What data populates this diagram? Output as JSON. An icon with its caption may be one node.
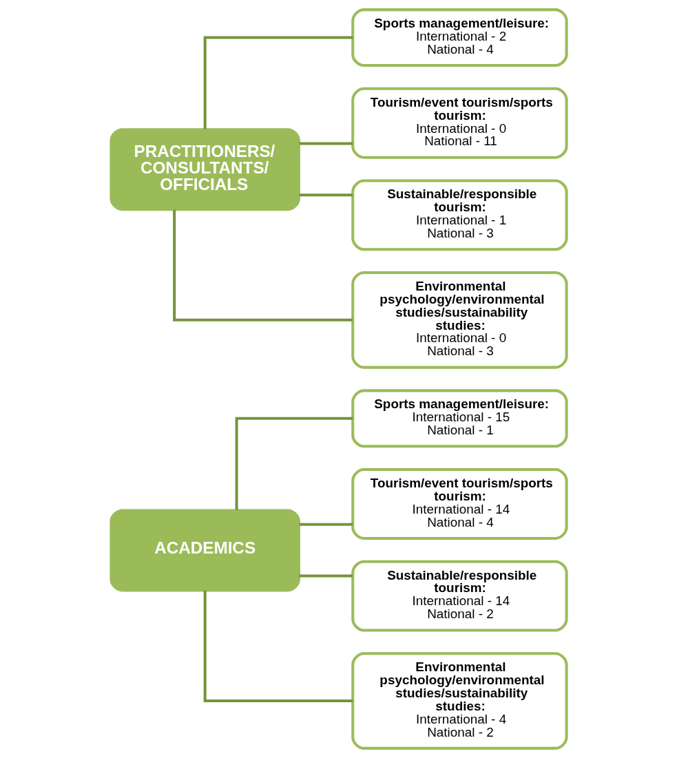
{
  "diagram": {
    "nodes": [
      {
        "text": [
          "ACADEMICS"
        ]
      },
      {
        "text": [
          "PRACTITIONERS/ CONSULTANTS/ OFFICIALS"
        ]
      },
      {
        "text": [
          "Sports management/leisure:",
          "International - 15",
          "National - 1"
        ]
      },
      {
        "text": [
          "Tourism/event tourism/sports tourism:",
          "International - 14",
          "National - 4"
        ]
      },
      {
        "text": [
          "Sustainable/responsible tourism:",
          "International - 14",
          "National - 2"
        ]
      },
      {
        "text": [
          "Environmental psychology/environmental studies/sustainability studies:",
          "International - 4",
          "National - 2"
        ]
      },
      {
        "text": [
          "Sports management/leisure:",
          "International - 2",
          "National - 4"
        ]
      },
      {
        "text": [
          "Tourism/event tourism/sports tourism:",
          "International - 0",
          "National - 11"
        ]
      },
      {
        "text": [
          "Sustainable/responsible tourism:",
          "International - 1",
          "National - 3"
        ]
      },
      {
        "text": [
          "Environmental psychology/environmental studies/sustainability studies:",
          "International - 0",
          "National - 3"
        ]
      }
    ],
    "edges": [
      {
        "from": 0,
        "to": 2,
        "arrow": "none"
      },
      {
        "from": 0,
        "to": 3,
        "arrow": "none"
      },
      {
        "from": 0,
        "to": 4,
        "arrow": "none"
      },
      {
        "from": 0,
        "to": 5,
        "arrow": "none"
      },
      {
        "from": 1,
        "to": 6,
        "arrow": "none"
      },
      {
        "from": 1,
        "to": 7,
        "arrow": "none"
      },
      {
        "from": 1,
        "to": 8,
        "arrow": "none"
      },
      {
        "from": 1,
        "to": 9,
        "arrow": "none"
      }
    ]
  }
}
